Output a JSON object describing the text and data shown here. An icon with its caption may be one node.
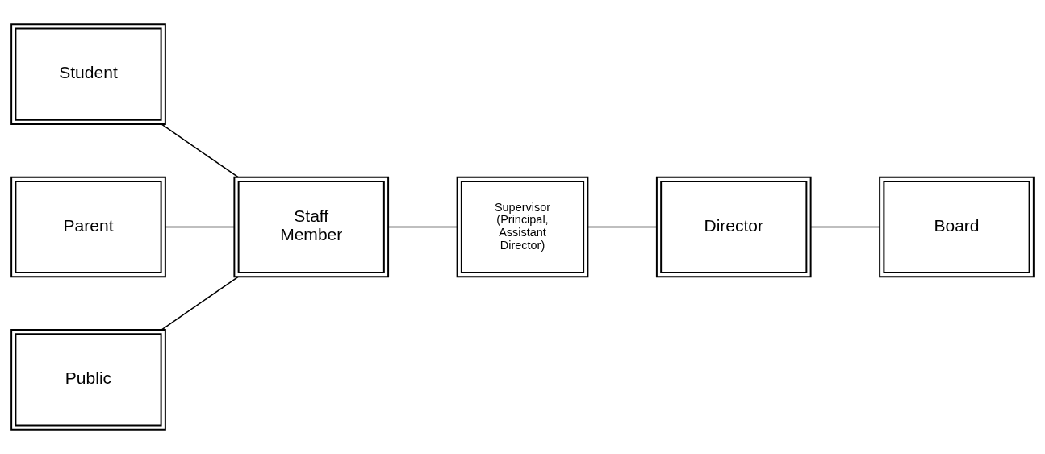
{
  "diagram": {
    "nodes": [
      {
        "text": [
          "Student"
        ]
      },
      {
        "text": [
          "Parent"
        ]
      },
      {
        "text": [
          "Public"
        ]
      },
      {
        "text": [
          "Staff Member"
        ]
      },
      {
        "text": [
          "Supervisor (Principal, Assistant Director)"
        ]
      },
      {
        "text": [
          "Director"
        ]
      },
      {
        "text": [
          "Board"
        ]
      }
    ],
    "edges": [
      {
        "from": 0,
        "to": 3,
        "arrow": "none"
      },
      {
        "from": 1,
        "to": 3,
        "arrow": "none"
      },
      {
        "from": 2,
        "to": 3,
        "arrow": "none"
      },
      {
        "from": 3,
        "to": 4,
        "arrow": "none"
      },
      {
        "from": 4,
        "to": 5,
        "arrow": "none"
      },
      {
        "from": 5,
        "to": 6,
        "arrow": "none"
      }
    ]
  }
}
